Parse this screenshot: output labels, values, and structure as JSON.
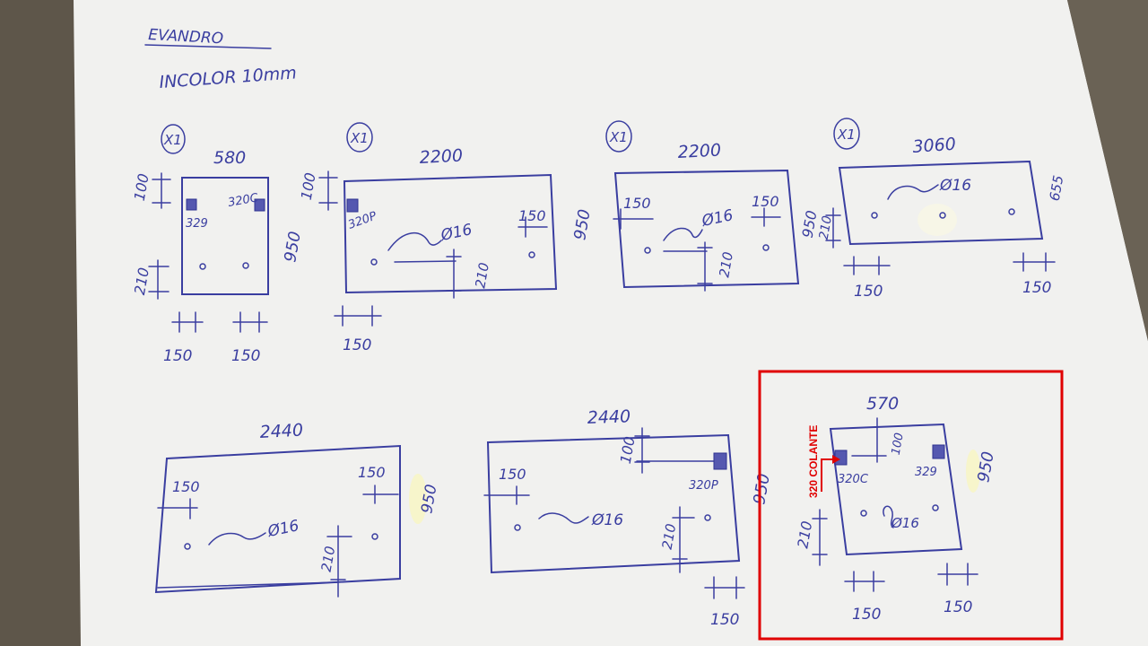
{
  "header": {
    "client": "EVANDRO",
    "material": "INCOLOR   10mm"
  },
  "colors": {
    "ink": "#3a3ea0",
    "paper": "#f2f2f0",
    "highlight": "#e00000"
  },
  "pieces": [
    {
      "qty": "X1",
      "width": "580",
      "height": "950",
      "top": "100",
      "left_bottom": "210",
      "bottom_left": "150",
      "bottom_right": "150",
      "hinge_left": "329",
      "hinge_right": "320C"
    },
    {
      "qty": "X1",
      "width": "2200",
      "height": "950",
      "top": "100",
      "hinge": "320P",
      "hole": "Ø16",
      "right": "150",
      "hole_offset": "210",
      "bottom_left": "150"
    },
    {
      "qty": "X1",
      "width": "2200",
      "height": "950",
      "left": "150",
      "right": "150",
      "hole": "Ø16",
      "hole_offset": "210"
    },
    {
      "qty": "X1",
      "width": "3060",
      "height": "655",
      "left_side": "210",
      "hole": "Ø16",
      "bottom_left": "150",
      "bottom_right": "150"
    },
    {
      "width": "2440",
      "height": "950",
      "left": "150",
      "right": "150",
      "hole": "Ø16",
      "hole_offset": "210"
    },
    {
      "width": "2440",
      "height": "950",
      "top": "100",
      "left": "150",
      "hinge": "320P",
      "hole": "Ø16",
      "hole_offset": "210",
      "bottom_right": "150"
    },
    {
      "width": "570",
      "height": "950",
      "top": "100",
      "left_side": "210",
      "hinge_left": "320C",
      "hinge_right": "329",
      "hole": "Ø16",
      "bottom_left": "150",
      "bottom_right": "150"
    }
  ],
  "annotation": {
    "label": "320 COLANTE"
  }
}
